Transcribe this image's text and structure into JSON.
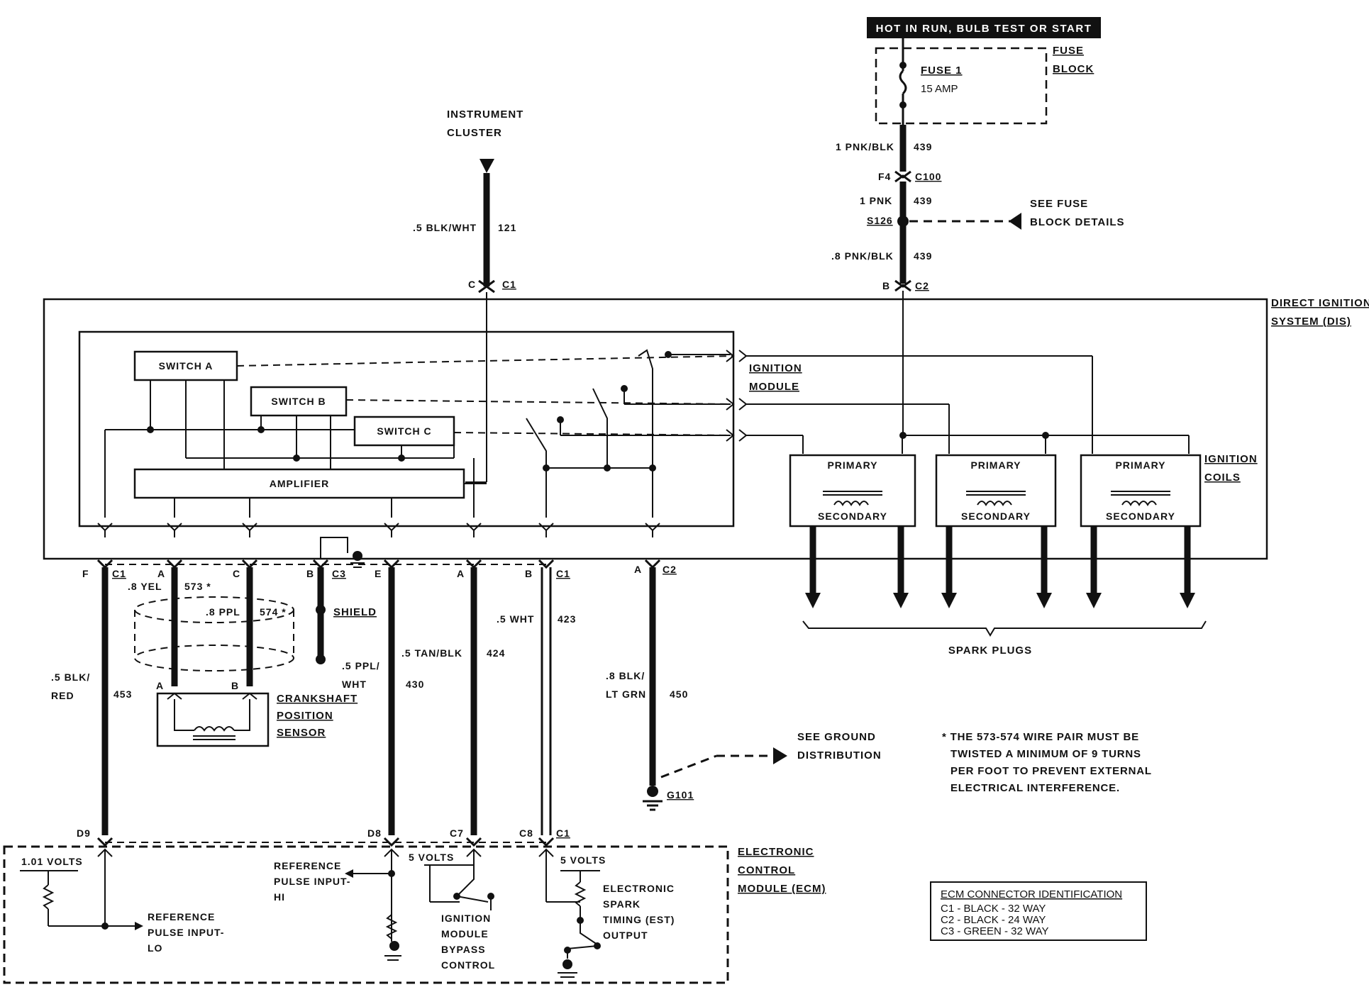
{
  "header": {
    "power_label": "HOT IN RUN, BULB TEST OR START"
  },
  "fuse_block": {
    "label_line1": "FUSE",
    "label_line2": "BLOCK",
    "fuse_name": "FUSE 1",
    "fuse_rating": "15 AMP"
  },
  "power_wires": [
    {
      "label": "1 PNK/BLK",
      "circuit": "439"
    },
    {
      "label": "1 PNK",
      "circuit": "439"
    },
    {
      "label": ".8 PNK/BLK",
      "circuit": "439"
    }
  ],
  "connectors_top": {
    "c100_pin": "F4",
    "c100": "C100",
    "splice": "S126",
    "dis_pin": "B",
    "dis_conn": "C2",
    "cluster_pin": "C",
    "cluster_conn": "C1"
  },
  "fuse_details": {
    "line1": "SEE FUSE",
    "line2": "BLOCK DETAILS"
  },
  "instrument_cluster": {
    "line1": "INSTRUMENT",
    "line2": "CLUSTER",
    "wire": ".5 BLK/WHT",
    "circuit": "121"
  },
  "dis": {
    "line1": "DIRECT IGNITION",
    "line2": "SYSTEM (DIS)"
  },
  "ignition_module": {
    "line1": "IGNITION",
    "line2": "MODULE",
    "switch_a": "SWITCH A",
    "switch_b": "SWITCH B",
    "switch_c": "SWITCH C",
    "amplifier": "AMPLIFIER"
  },
  "coils": {
    "line1": "IGNITION",
    "line2": "COILS",
    "primary": "PRIMARY",
    "secondary": "SECONDARY",
    "spark_plugs": "SPARK PLUGS"
  },
  "bottom_connectors": [
    {
      "pin": "F",
      "conn": "C1"
    },
    {
      "pin": "A",
      "conn": ""
    },
    {
      "pin": "C",
      "conn": ""
    },
    {
      "pin": "B",
      "conn": "C3"
    },
    {
      "pin": "E",
      "conn": ""
    },
    {
      "pin": "A",
      "conn": ""
    },
    {
      "pin": "B",
      "conn": "C1"
    },
    {
      "pin": "A",
      "conn": "C2"
    }
  ],
  "wires_bottom": {
    "w453_l1": ".5 BLK/",
    "w453_l2": "RED",
    "w453_c": "453",
    "w573": ".8 YEL",
    "w573_c": "573 *",
    "w574": ".8 PPL",
    "w574_c": "574 *",
    "shield": "SHIELD",
    "shield_w_l1": ".5 PPL/",
    "shield_w_l2": "WHT",
    "w430": ".5 TAN/BLK",
    "w430_c": "430",
    "w424_c": "424",
    "w423": ".5 WHT",
    "w423_c": "423",
    "w450_l1": ".8 BLK/",
    "w450_l2": "LT GRN",
    "w450_c": "450"
  },
  "crank_sensor": {
    "pin_a": "A",
    "pin_b": "B",
    "line1": "CRANKSHAFT",
    "line2": "POSITION",
    "line3": "SENSOR"
  },
  "ground": {
    "line1": "SEE GROUND",
    "line2": "DISTRIBUTION",
    "g101": "G101"
  },
  "note": {
    "line1": "* THE 573-574 WIRE PAIR MUST BE",
    "line2": "TWISTED A MINIMUM OF 9 TURNS",
    "line3": "PER FOOT TO PREVENT EXTERNAL",
    "line4": "ELECTRICAL INTERFERENCE."
  },
  "ecm": {
    "line1": "ELECTRONIC",
    "line2": "CONTROL",
    "line3": "MODULE (ECM)",
    "pins": [
      "D9",
      "D8",
      "C7",
      "C8",
      "C1"
    ],
    "v1": "1.01 VOLTS",
    "v2": "5 VOLTS",
    "v3": "5 VOLTS",
    "ref_hi_l1": "REFERENCE",
    "ref_hi_l2": "PULSE INPUT-",
    "ref_hi_l3": "HI",
    "ref_lo_l1": "REFERENCE",
    "ref_lo_l2": "PULSE INPUT-",
    "ref_lo_l3": "LO",
    "bypass_l1": "IGNITION",
    "bypass_l2": "MODULE",
    "bypass_l3": "BYPASS",
    "bypass_l4": "CONTROL",
    "est_l1": "ELECTRONIC",
    "est_l2": "SPARK",
    "est_l3": "TIMING (EST)",
    "est_l4": "OUTPUT"
  },
  "ecm_legend": {
    "title": "ECM CONNECTOR IDENTIFICATION",
    "r1": "C1 - BLACK - 32 WAY",
    "r2": "C2 - BLACK - 24 WAY",
    "r3": "C3 - GREEN    - 32 WAY"
  }
}
